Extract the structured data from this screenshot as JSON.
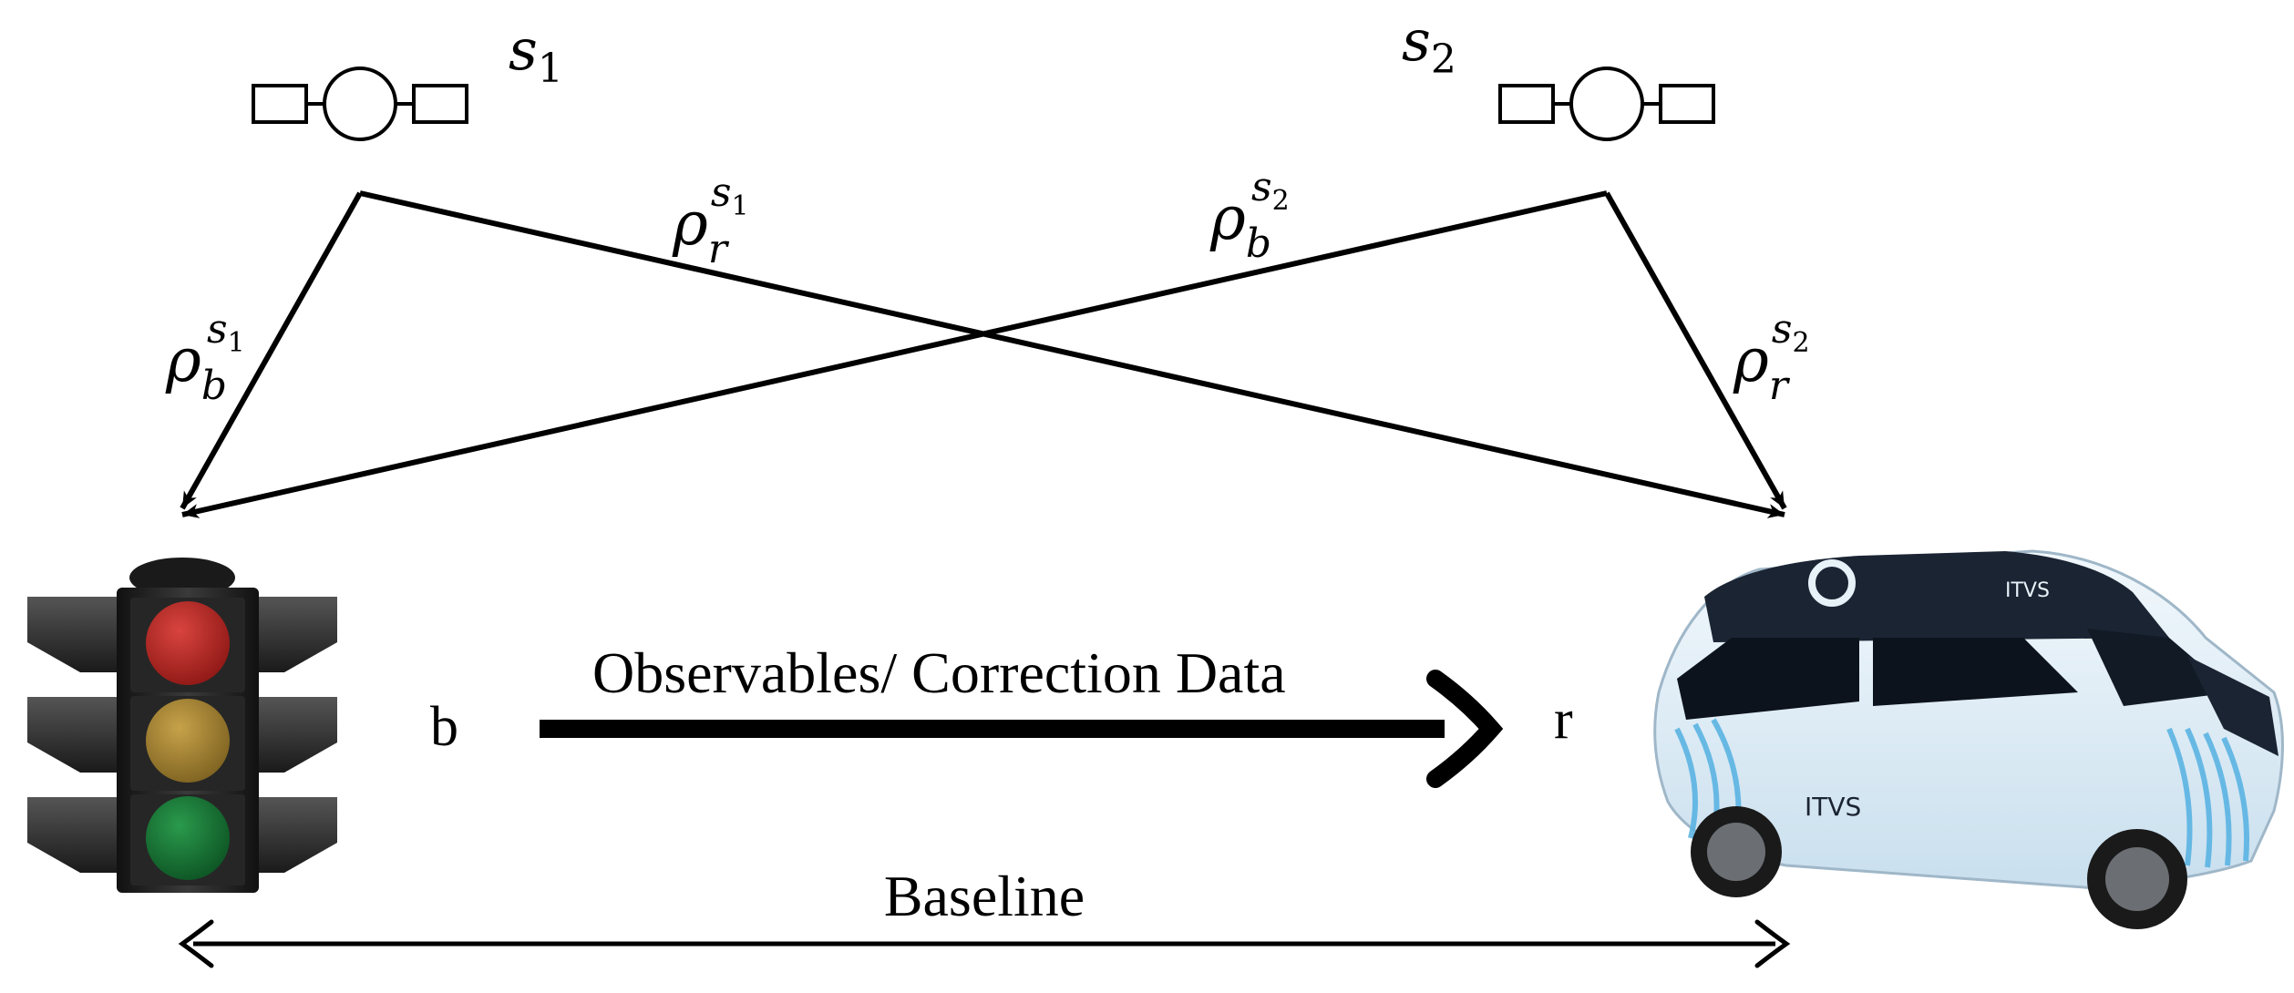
{
  "satellites": [
    {
      "symbol": "s",
      "subscript": "1"
    },
    {
      "symbol": "s",
      "subscript": "2"
    }
  ],
  "ranges": [
    {
      "rho": "ρ",
      "sub": "b",
      "sup_s": "s",
      "sup_sub": "1"
    },
    {
      "rho": "ρ",
      "sub": "r",
      "sup_s": "s",
      "sup_sub": "1"
    },
    {
      "rho": "ρ",
      "sub": "b",
      "sup_s": "s",
      "sup_sub": "2"
    },
    {
      "rho": "ρ",
      "sub": "r",
      "sup_s": "s",
      "sup_sub": "2"
    }
  ],
  "base_label": "b",
  "rover_label": "r",
  "link_label": "Observables/ Correction Data",
  "baseline_label": "Baseline",
  "car_texts": {
    "roof_logo": "ITVS",
    "door_logo": "ITVS"
  },
  "colors": {
    "red_light": "#b3231f",
    "yellow_light": "#a8852a",
    "green_light": "#177a35",
    "car_body": "#dfeef7",
    "car_stripes": "#5bb4e3",
    "car_roof": "#1b2433"
  }
}
